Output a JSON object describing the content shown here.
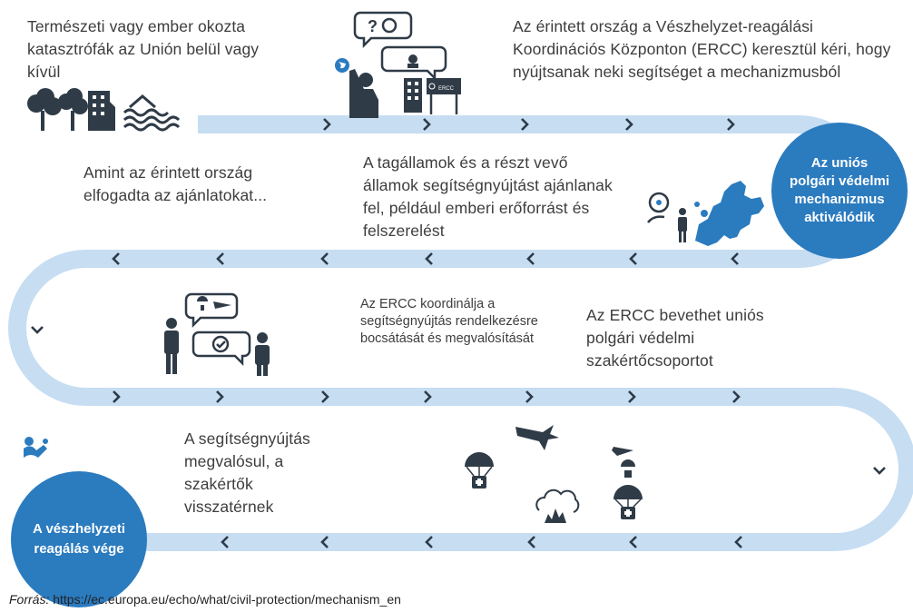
{
  "texts": {
    "disaster": "Természeti vagy ember okozta katasztrófák az Unión belül vagy kívül",
    "request": "Az érintett ország a Vészhelyzet-reagálási Koordinációs Központon (ERCC) keresztül kéri, hogy nyújtsanak neki segítséget a mechanizmusból",
    "activated": "Az uniós polgári védelmi mechanizmus aktiválódik",
    "offers": "A tagállamok és a részt vevő államok segítségnyújtást ajánlanak fel, például emberi erőforrást és felszerelést",
    "accepted": "Amint az érintett ország elfogadta az ajánlatokat...",
    "coordinates": "Az ERCC koordinálja a segítségnyújtás rendelkezésre bocsátását és megvalósítását",
    "experts": "Az ERCC bevethet uniós polgári védelmi szakértőcsoportot",
    "delivered": "A segítségnyújtás megvalósul, a szakértők visszatérnek",
    "end": "A vészhelyzeti reagálás vége",
    "ercc_sign": "ERCC",
    "speech_q": "?"
  },
  "source": {
    "label": "Forrás:",
    "url": "https://ec.europa.eu/echo/what/civil-protection/mechanism_en"
  },
  "colors": {
    "track": "#c6ddf2",
    "arrow": "#2d3a48",
    "circle": "#2b7bbf",
    "icon": "#2f3b47"
  }
}
